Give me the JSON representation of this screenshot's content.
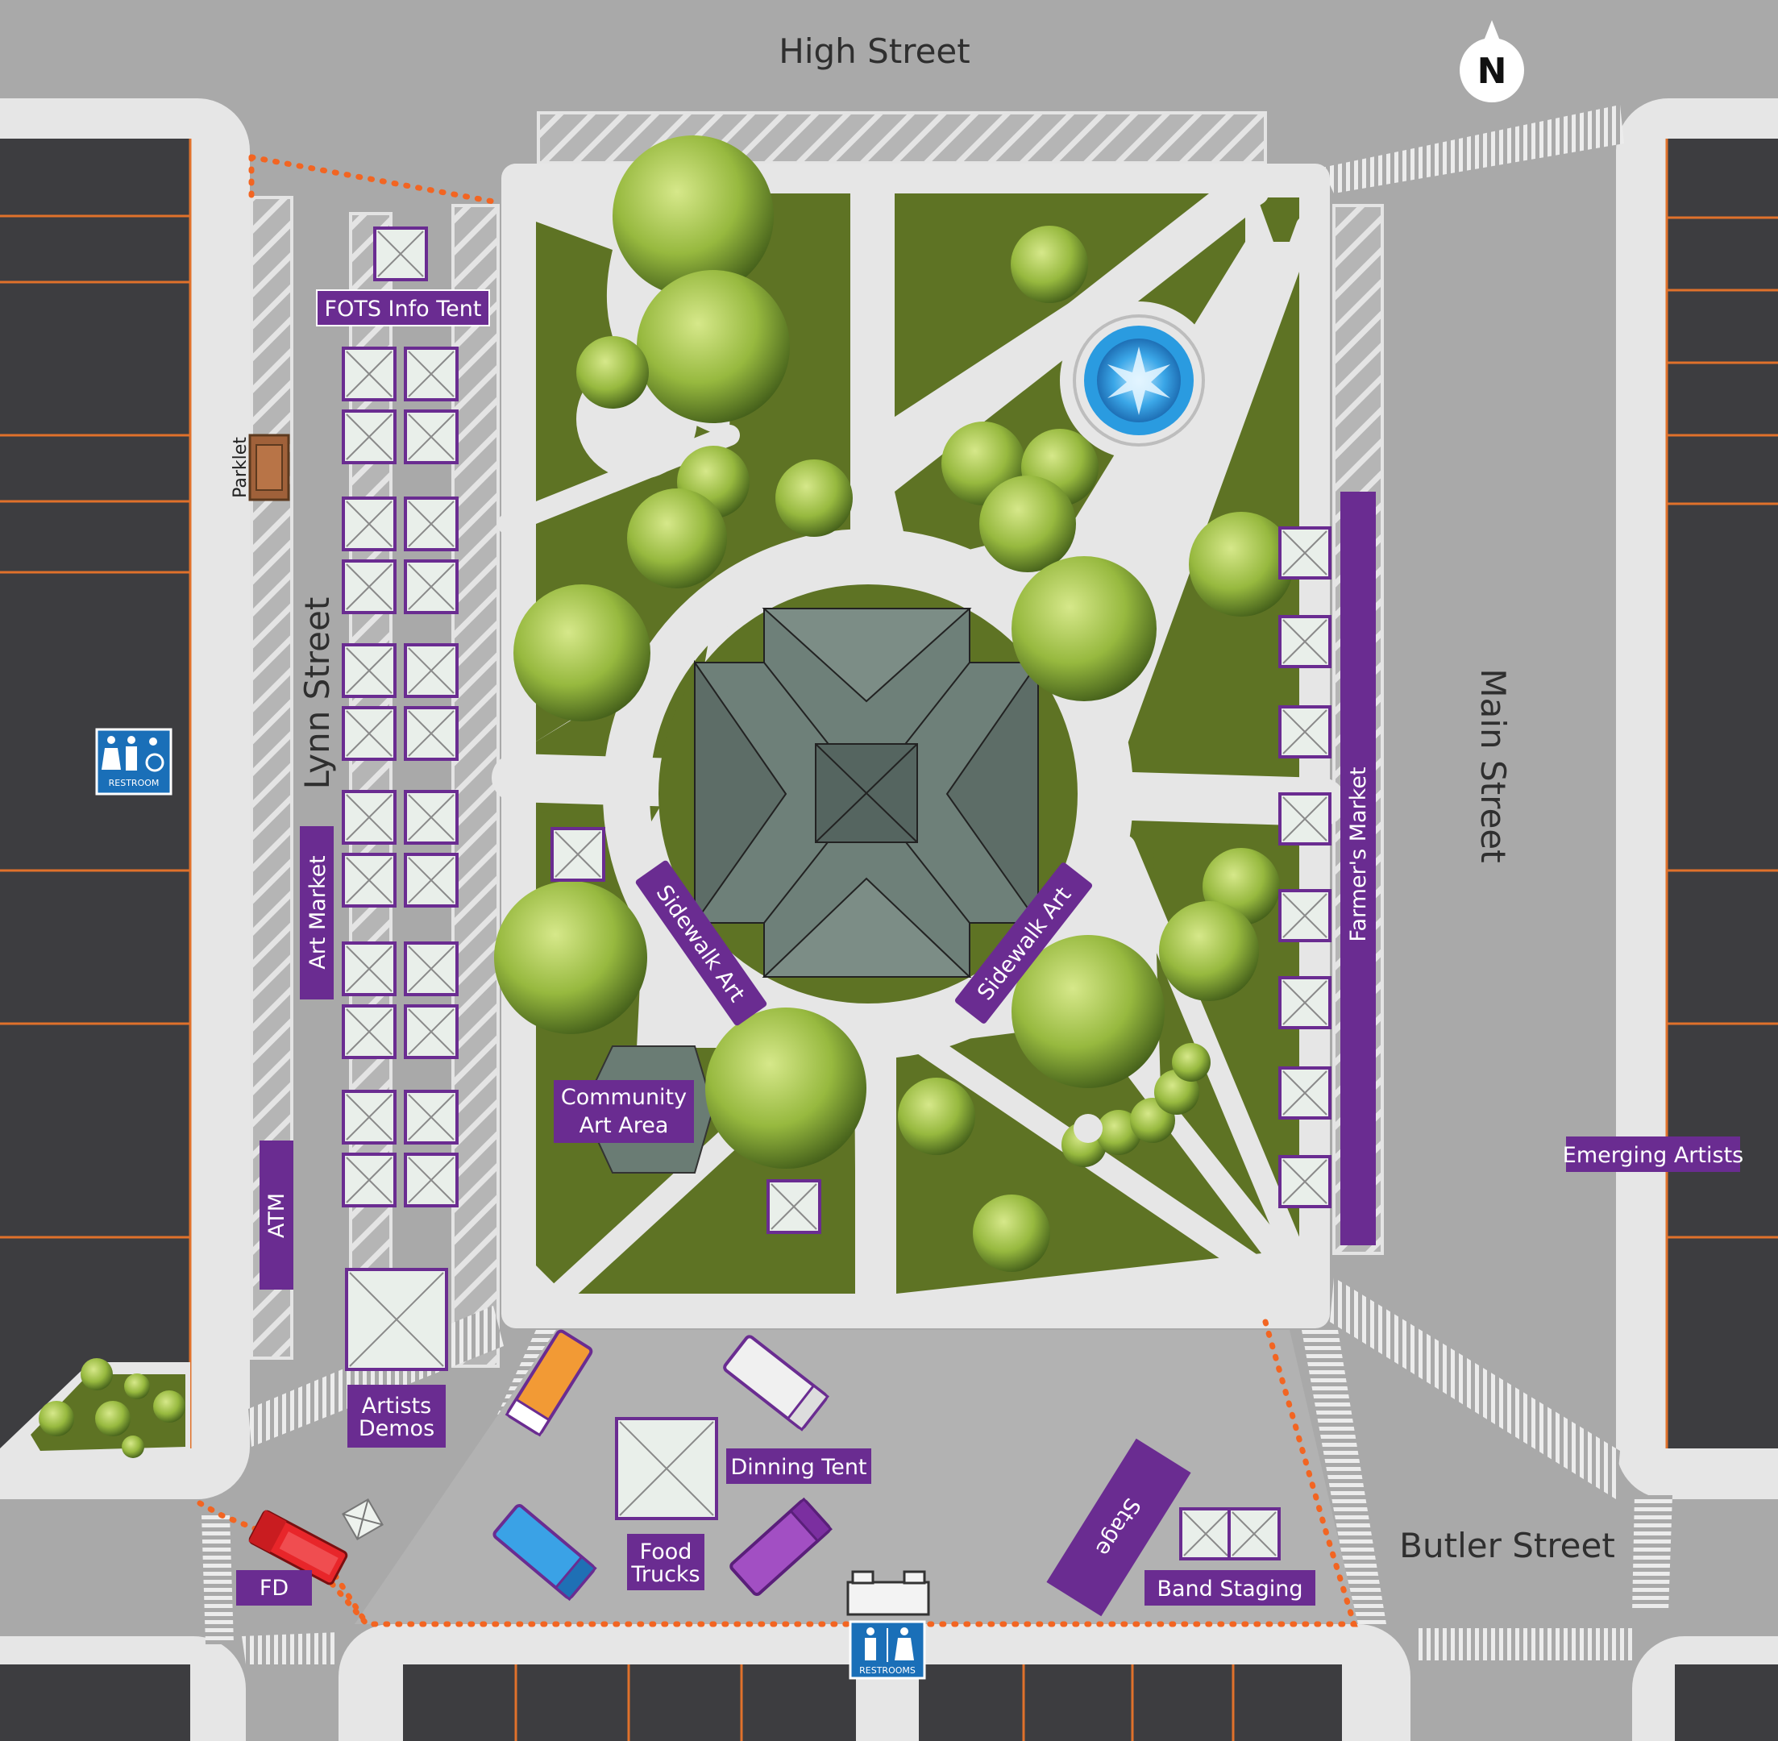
{
  "streets": {
    "high": "High Street",
    "lynn": "Lynn Street",
    "main": "Main Street",
    "butler": "Butler Street"
  },
  "compass": {
    "label": "N"
  },
  "labels": {
    "fots_info_tent": "FOTS Info Tent",
    "parklet": "Parklet",
    "art_market": "Art Market",
    "atm": "ATM",
    "artists_demos_1": "Artists",
    "artists_demos_2": "Demos",
    "fd": "FD",
    "food_trucks_1": "Food",
    "food_trucks_2": "Trucks",
    "dinning_tent": "Dinning Tent",
    "stage": "Stage",
    "band_staging": "Band Staging",
    "emerging_artists": "Emerging Artists",
    "farmers_market": "Farmer's Market",
    "sidewalk_art_left": "Sidewalk Art",
    "sidewalk_art_right": "Sidewalk Art",
    "community_art_1": "Community",
    "community_art_2": "Art Area"
  },
  "restroom_signs": {
    "west": "RESTROOM",
    "south": "RESTROOMS"
  },
  "colors": {
    "road": "#a9a9a9",
    "sidewalk": "#e6e6e6",
    "grass": "#5e7324",
    "parking": "#3d3d40",
    "label_bg": "#6a2c91",
    "tree": "#9cbf45",
    "fountain": "#2a9be0",
    "roof": "#687a72",
    "cone_line": "#f26522",
    "fire_truck": "#e8262a",
    "sign": "#1a6fb8"
  }
}
